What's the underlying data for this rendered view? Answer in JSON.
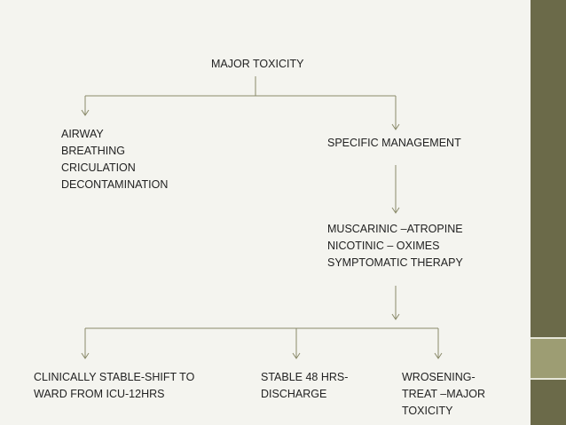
{
  "colors": {
    "background": "#f4f4ef",
    "connector": "#8a8a6a",
    "sidebar_dark": "#6b6a49",
    "sidebar_light": "#9d9d73",
    "text": "#222222"
  },
  "nodes": {
    "root": {
      "lines": [
        "MAJOR TOXICITY"
      ]
    },
    "supportive": {
      "lines": [
        "AIRWAY",
        "BREATHING",
        "CRICULATION",
        "DECONTAMINATION"
      ]
    },
    "specific": {
      "lines": [
        "SPECIFIC MANAGEMENT"
      ]
    },
    "antidotes": {
      "lines": [
        "MUSCARINIC –ATROPINE",
        "NICOTINIC – OXIMES",
        "SYMPTOMATIC THERAPY"
      ]
    },
    "outcome_stable": {
      "lines": [
        "CLINICALLY STABLE-SHIFT TO",
        "WARD FROM ICU-12HRS"
      ]
    },
    "outcome_discharge": {
      "lines": [
        "STABLE 48 HRS-",
        "DISCHARGE"
      ]
    },
    "outcome_worsening": {
      "lines": [
        "WROSENING-",
        "TREAT –MAJOR",
        "TOXICITY"
      ]
    }
  },
  "edges": [
    {
      "from": "root",
      "to": "supportive"
    },
    {
      "from": "root",
      "to": "specific"
    },
    {
      "from": "specific",
      "to": "antidotes"
    },
    {
      "from": "antidotes",
      "to": "outcome_stable"
    },
    {
      "from": "antidotes",
      "to": "outcome_discharge"
    },
    {
      "from": "antidotes",
      "to": "outcome_worsening"
    }
  ]
}
